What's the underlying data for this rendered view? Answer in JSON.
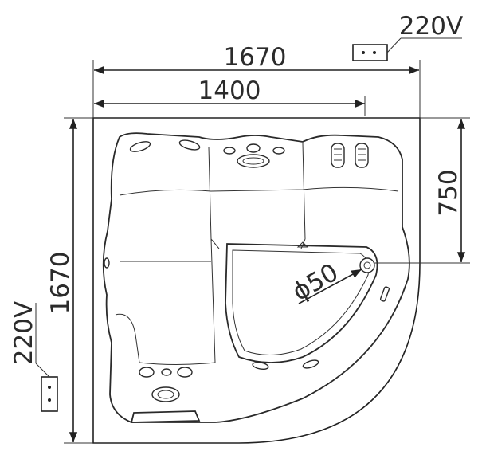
{
  "dimensions": {
    "width_outer": "1670",
    "width_inner": "1400",
    "height_outer": "1670",
    "seat_depth": "750",
    "drain": "ϕ50"
  },
  "power": {
    "top_label": "220V",
    "left_label": "220V"
  }
}
